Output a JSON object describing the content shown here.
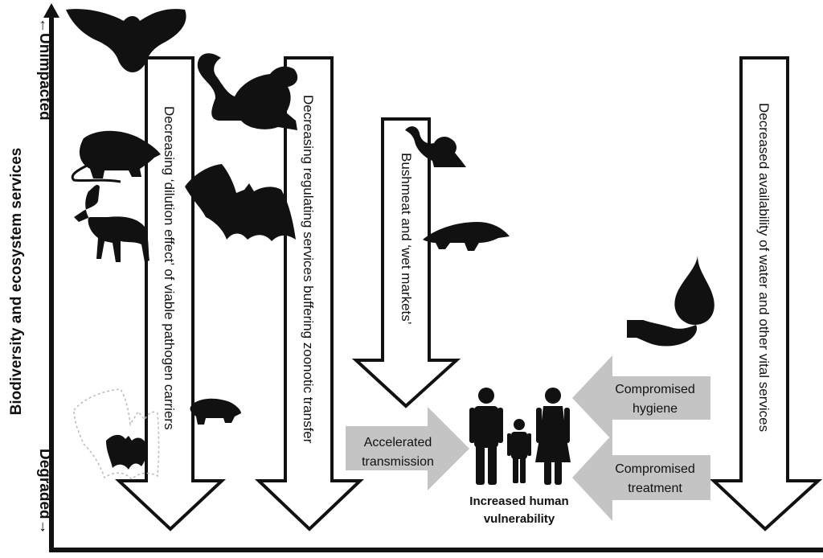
{
  "axis": {
    "title": "Biodiversity and ecosystem services",
    "top_label": "←Unimpacted",
    "bottom_label": "Degraded→"
  },
  "arrows": {
    "dilution": "Decreasing ‘dilution effect’ of viable pathogen carriers",
    "regulating": "Decreasing regulating services buffering zoonotic transfer",
    "bushmeat": "Bushmeat and ‘wet markets’",
    "water": "Decreased availability of water and other vital services"
  },
  "boxes": {
    "accelerated": [
      "Accelerated",
      "transmission"
    ],
    "hygiene": [
      "Compromised",
      "hygiene"
    ],
    "treatment": [
      "Compromised",
      "treatment"
    ]
  },
  "center": [
    "Increased human",
    "vulnerability"
  ],
  "icons": [
    "owl-icon",
    "monkey-icon",
    "rat-icon",
    "bat-icon",
    "antelope-icon",
    "pangolin-icon",
    "water-drop-icon",
    "hand-icon",
    "family-icon"
  ],
  "colors": {
    "box_fill": "#c4c4c4",
    "ink": "#111111"
  }
}
